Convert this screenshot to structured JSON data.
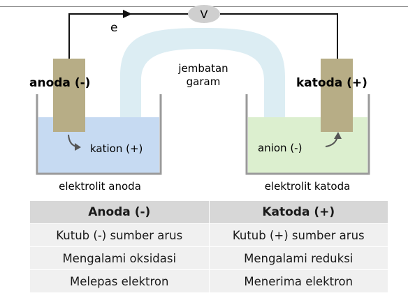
{
  "voltmeter": "V",
  "electron": "e",
  "anode_label": "anoda (-)",
  "cathode_label": "katoda (+)",
  "salt_bridge": [
    "jembatan",
    "garam"
  ],
  "cation": "kation (+)",
  "anion": "anion (-)",
  "anode_electrolyte": "elektrolit anoda",
  "cathode_electrolyte": "elektrolit katoda",
  "table": {
    "headers": [
      "Anoda (-)",
      "Katoda (+)"
    ],
    "rows": [
      [
        "Kutub (-) sumber arus",
        "Kutub (+) sumber arus"
      ],
      [
        "Mengalami oksidasi",
        "Mengalami reduksi"
      ],
      [
        "Melepas elektron",
        "Menerima elektron"
      ]
    ]
  },
  "colors": {
    "anode_solution": "#c6daf2",
    "cathode_solution": "#dcefcf",
    "salt_bridge": "#dcedf3",
    "electrode": "#b7ad86",
    "wire": "#111111"
  }
}
